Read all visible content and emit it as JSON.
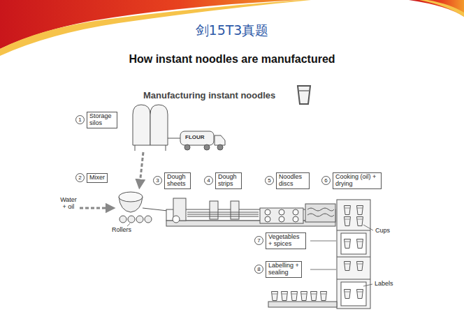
{
  "diagram": {
    "title": "剑15T3真题",
    "nodes": [
      {
        "text": [
          "1",
          "Storage silos"
        ]
      },
      {
        "text": [
          "2",
          "Mixer"
        ]
      },
      {
        "text": [
          "3",
          "Dough sheets"
        ]
      },
      {
        "text": [
          "4",
          "Dough strips"
        ]
      },
      {
        "text": [
          "5",
          "Noodles discs"
        ]
      },
      {
        "text": [
          "6",
          "Cooking (oil) + drying"
        ]
      },
      {
        "text": [
          "7",
          "Vegetables + spices"
        ]
      },
      {
        "text": [
          "8",
          "Labelling + sealing"
        ]
      }
    ],
    "labels": [
      "How instant noodles are manufactured",
      "Manufacturing instant noodles",
      "FLOUR",
      "Water + oil",
      "Rollers",
      "Cups",
      "Labels"
    ]
  }
}
